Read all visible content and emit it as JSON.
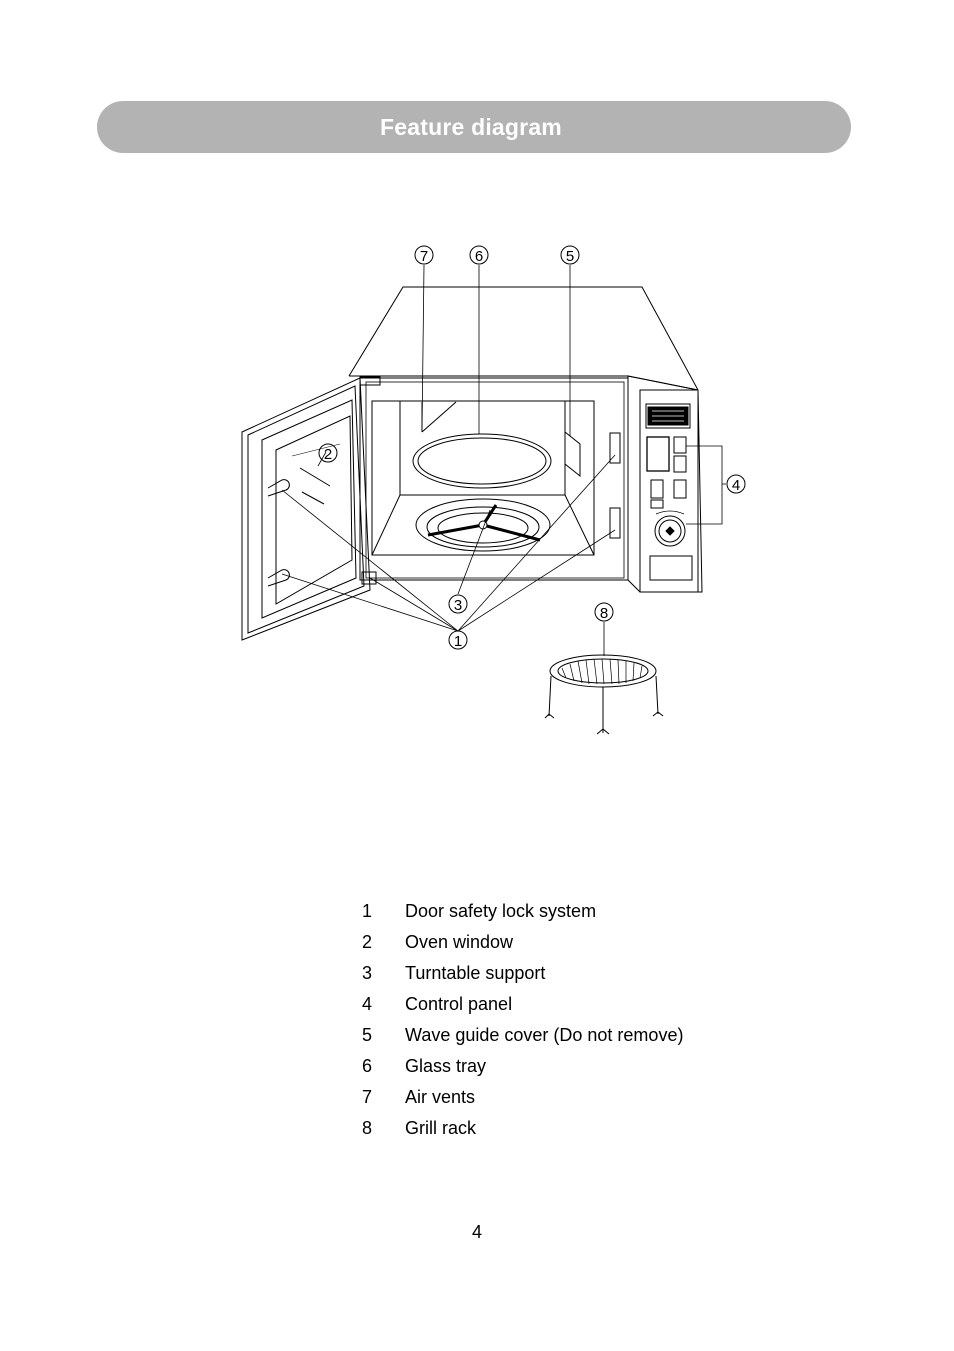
{
  "header": {
    "title": "Feature diagram"
  },
  "diagram": {
    "callouts": [
      "1",
      "2",
      "3",
      "4",
      "5",
      "6",
      "7",
      "8"
    ]
  },
  "legend": {
    "items": [
      {
        "num": "1",
        "label": "Door safety lock system"
      },
      {
        "num": "2",
        "label": "Oven window"
      },
      {
        "num": "3",
        "label": "Turntable support"
      },
      {
        "num": "4",
        "label": "Control panel"
      },
      {
        "num": "5",
        "label": "Wave guide cover (Do not remove)"
      },
      {
        "num": "6",
        "label": "Glass tray"
      },
      {
        "num": "7",
        "label": "Air vents"
      },
      {
        "num": "8",
        "label": "Grill rack"
      }
    ]
  },
  "footer": {
    "page_number": "4"
  }
}
